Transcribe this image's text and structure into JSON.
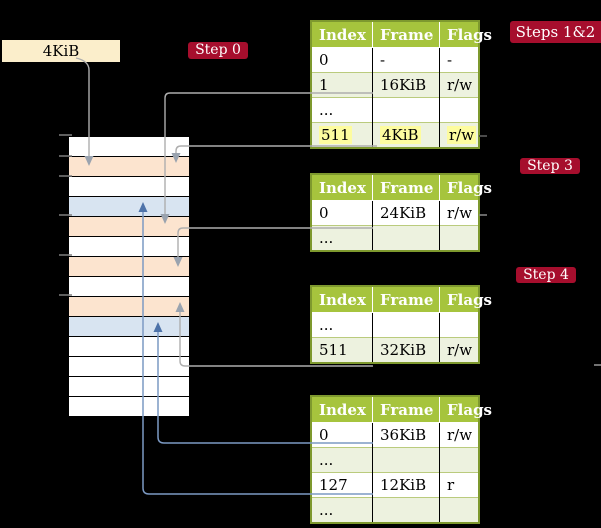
{
  "page_box": {
    "label": "4KiB"
  },
  "badges": {
    "step0": "Step 0",
    "steps12": "Steps 1&2",
    "step3": "Step 3",
    "step4": "Step 4"
  },
  "memory": {
    "row_colors": [
      "white",
      "peach",
      "white",
      "blue",
      "peach",
      "white",
      "peach",
      "white",
      "peach",
      "blue",
      "white",
      "white",
      "white",
      "white"
    ]
  },
  "tables": [
    {
      "headers": [
        "Index",
        "Frame",
        "Flags"
      ],
      "rows": [
        {
          "cells": [
            "0",
            "-",
            "-"
          ]
        },
        {
          "cells": [
            "1",
            "16KiB",
            "r/w"
          ]
        },
        {
          "cells": [
            "...",
            "",
            ""
          ]
        },
        {
          "cells": [
            "511",
            "4KiB",
            "r/w"
          ],
          "highlighted": true
        }
      ]
    },
    {
      "headers": [
        "Index",
        "Frame",
        "Flags"
      ],
      "rows": [
        {
          "cells": [
            "0",
            "24KiB",
            "r/w"
          ]
        },
        {
          "cells": [
            "...",
            "",
            ""
          ]
        }
      ]
    },
    {
      "headers": [
        "Index",
        "Frame",
        "Flags"
      ],
      "rows": [
        {
          "cells": [
            "...",
            "",
            ""
          ]
        },
        {
          "cells": [
            "511",
            "32KiB",
            "r/w"
          ]
        }
      ]
    },
    {
      "headers": [
        "Index",
        "Frame",
        "Flags"
      ],
      "rows": [
        {
          "cells": [
            "0",
            "36KiB",
            "r/w"
          ]
        },
        {
          "cells": [
            "...",
            "",
            ""
          ]
        },
        {
          "cells": [
            "127",
            "12KiB",
            "r"
          ]
        },
        {
          "cells": [
            "...",
            "",
            ""
          ]
        }
      ]
    }
  ],
  "colors": {
    "background": "#000000",
    "badge_red": "#A60E2D",
    "table_header_green": "#A6C43D",
    "table_border_olive": "#7E992E",
    "table_alt_row_green": "#EDF2DF",
    "highlight_yellow": "#FDFC9F",
    "memory_row_peach": "#FCE4CF",
    "memory_row_blue": "#D8E4F1",
    "page_box_cream": "#FBEECB",
    "arrow_gray": "#AEAEAE",
    "arrowhead_gray": "#9AA3AF",
    "arrow_blue": "#7C9AC4",
    "arrowhead_blue": "#4E73A9"
  }
}
